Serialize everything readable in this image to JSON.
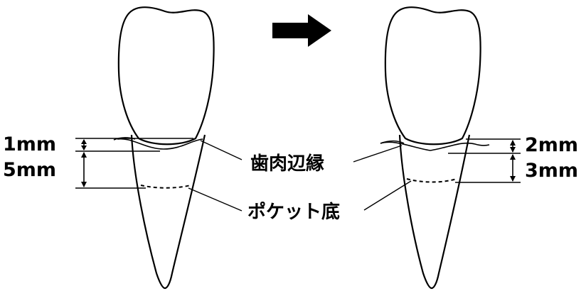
{
  "labels": {
    "left_upper": "1mm",
    "left_lower": "5mm",
    "right_upper": "2mm",
    "right_lower": "3mm",
    "gingival_margin": "歯肉辺縁",
    "pocket_bottom": "ポケット底"
  },
  "colors": {
    "ink": "#000000",
    "background": "#ffffff"
  },
  "icons": {
    "arrow": "right-arrow-icon"
  }
}
